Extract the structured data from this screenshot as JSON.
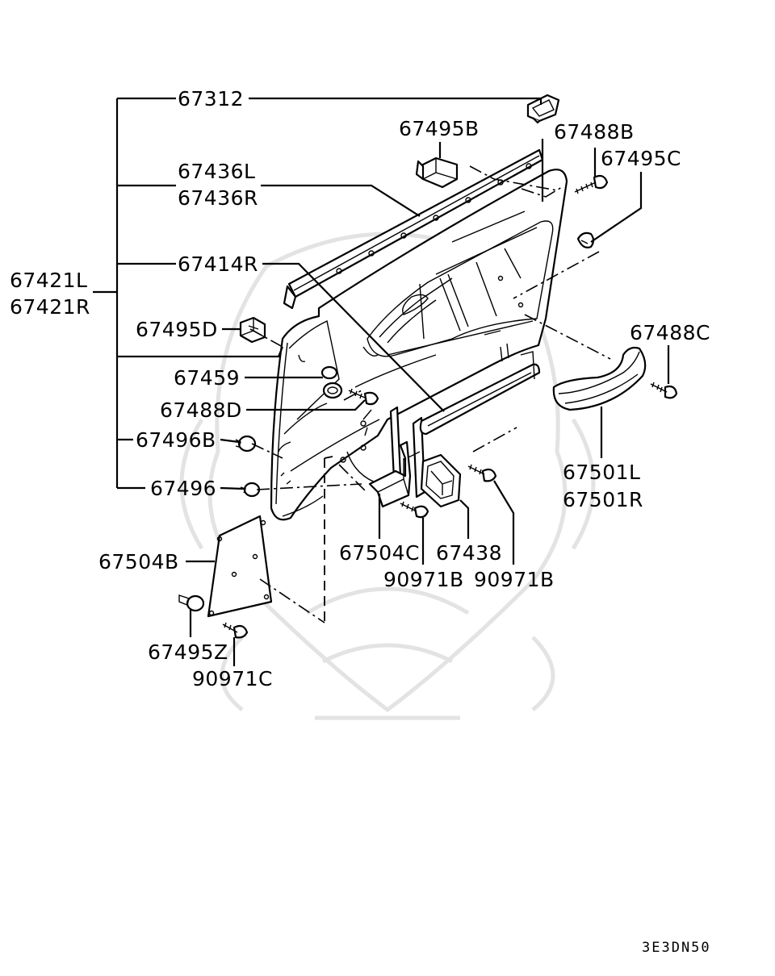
{
  "diagram_code": "3E3DN50",
  "labels": {
    "p67312": "67312",
    "p67495B": "67495B",
    "p67488B": "67488B",
    "p67495C": "67495C",
    "p67436L": "67436L",
    "p67436R": "67436R",
    "p67414R": "67414R",
    "p67421L": "67421L",
    "p67421R": "67421R",
    "p67495D": "67495D",
    "p67488C": "67488C",
    "p67459": "67459",
    "p67488D": "67488D",
    "p67496B": "67496B",
    "p67496": "67496",
    "p67501L": "67501L",
    "p67501R": "67501R",
    "p67504B": "67504B",
    "p67504C": "67504C",
    "p67438": "67438",
    "p90971B_a": "90971B",
    "p90971B_b": "90971B",
    "p67495Z": "67495Z",
    "p90971C": "90971C"
  }
}
